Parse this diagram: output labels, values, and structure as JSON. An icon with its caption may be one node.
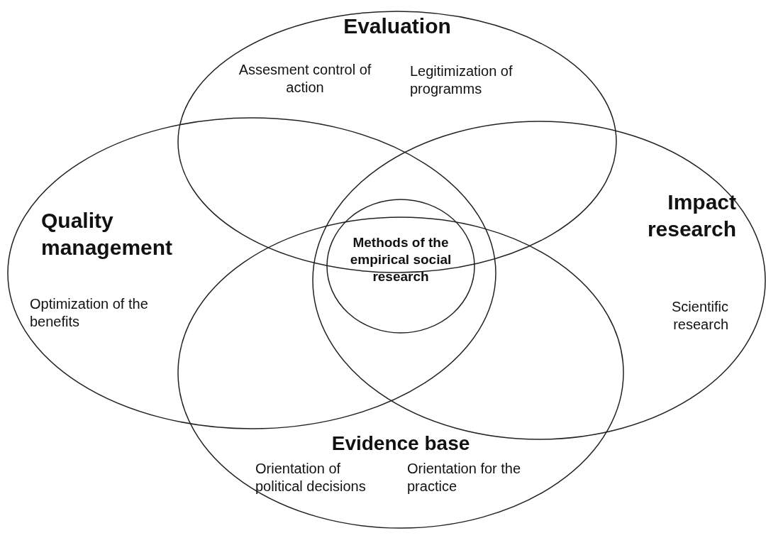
{
  "diagram": {
    "nodes": [
      {
        "text": [
          "Evaluation",
          "Assesment control of action",
          "Legitimization of programms"
        ]
      },
      {
        "text": [
          "Quality management",
          "Optimization of the benefits"
        ]
      },
      {
        "text": [
          "Impact research",
          "Scientific research"
        ]
      },
      {
        "text": [
          "Evidence base",
          "Orientation of political decisions",
          "Orientation for the practice"
        ]
      },
      {
        "text": [
          "Methods of the empirical social research"
        ]
      }
    ]
  }
}
